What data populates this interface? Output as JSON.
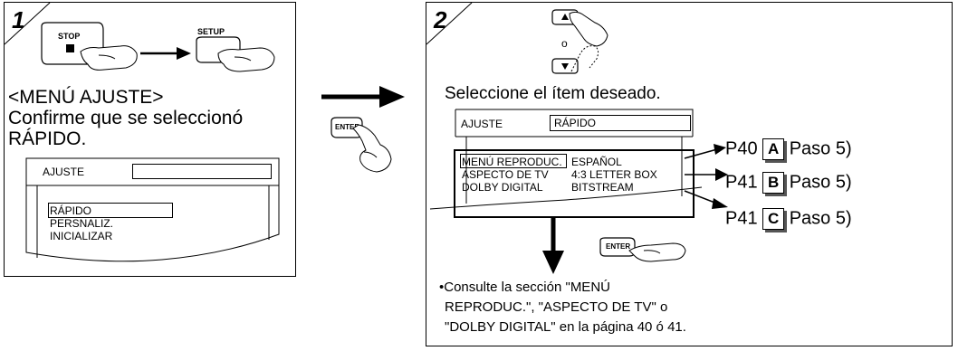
{
  "step1": {
    "number": "1",
    "stop_label": "STOP",
    "setup_label": "SETUP",
    "menu_title": "<MENÚ AJUSTE>",
    "confirm_line1": "Confirme que se seleccionó",
    "confirm_line2": "RÁPIDO.",
    "screen": {
      "header_label": "AJUSTE",
      "header_value": "",
      "items": [
        "RÁPIDO",
        "PERSNALIZ.",
        "INICIALIZAR"
      ]
    }
  },
  "enter_label": "ENTER",
  "step2": {
    "number": "2",
    "or_text": "o",
    "instruction": "Seleccione el ítem deseado.",
    "screen": {
      "header_label": "AJUSTE",
      "header_value": "RÁPIDO",
      "rows": [
        {
          "name": "MENÚ REPRODUC.",
          "value": "ESPAÑOL"
        },
        {
          "name": "ASPECTO DE TV",
          "value": "4:3 LETTER BOX"
        },
        {
          "name": "DOLBY DIGITAL",
          "value": "BITSTREAM"
        }
      ]
    },
    "references": [
      {
        "page": "P40",
        "letter": "A",
        "step": "Paso 5)"
      },
      {
        "page": "P41",
        "letter": "B",
        "step": "Paso 5)"
      },
      {
        "page": "P41",
        "letter": "C",
        "step": "Paso 5)"
      }
    ],
    "enter_label": "ENTER",
    "note_line1": "•Consulte la sección \"MENÚ",
    "note_line2": "REPRODUC.\", \"ASPECTO DE TV\" o",
    "note_line3": "\"DOLBY DIGITAL\" en la página 40 ó 41."
  }
}
